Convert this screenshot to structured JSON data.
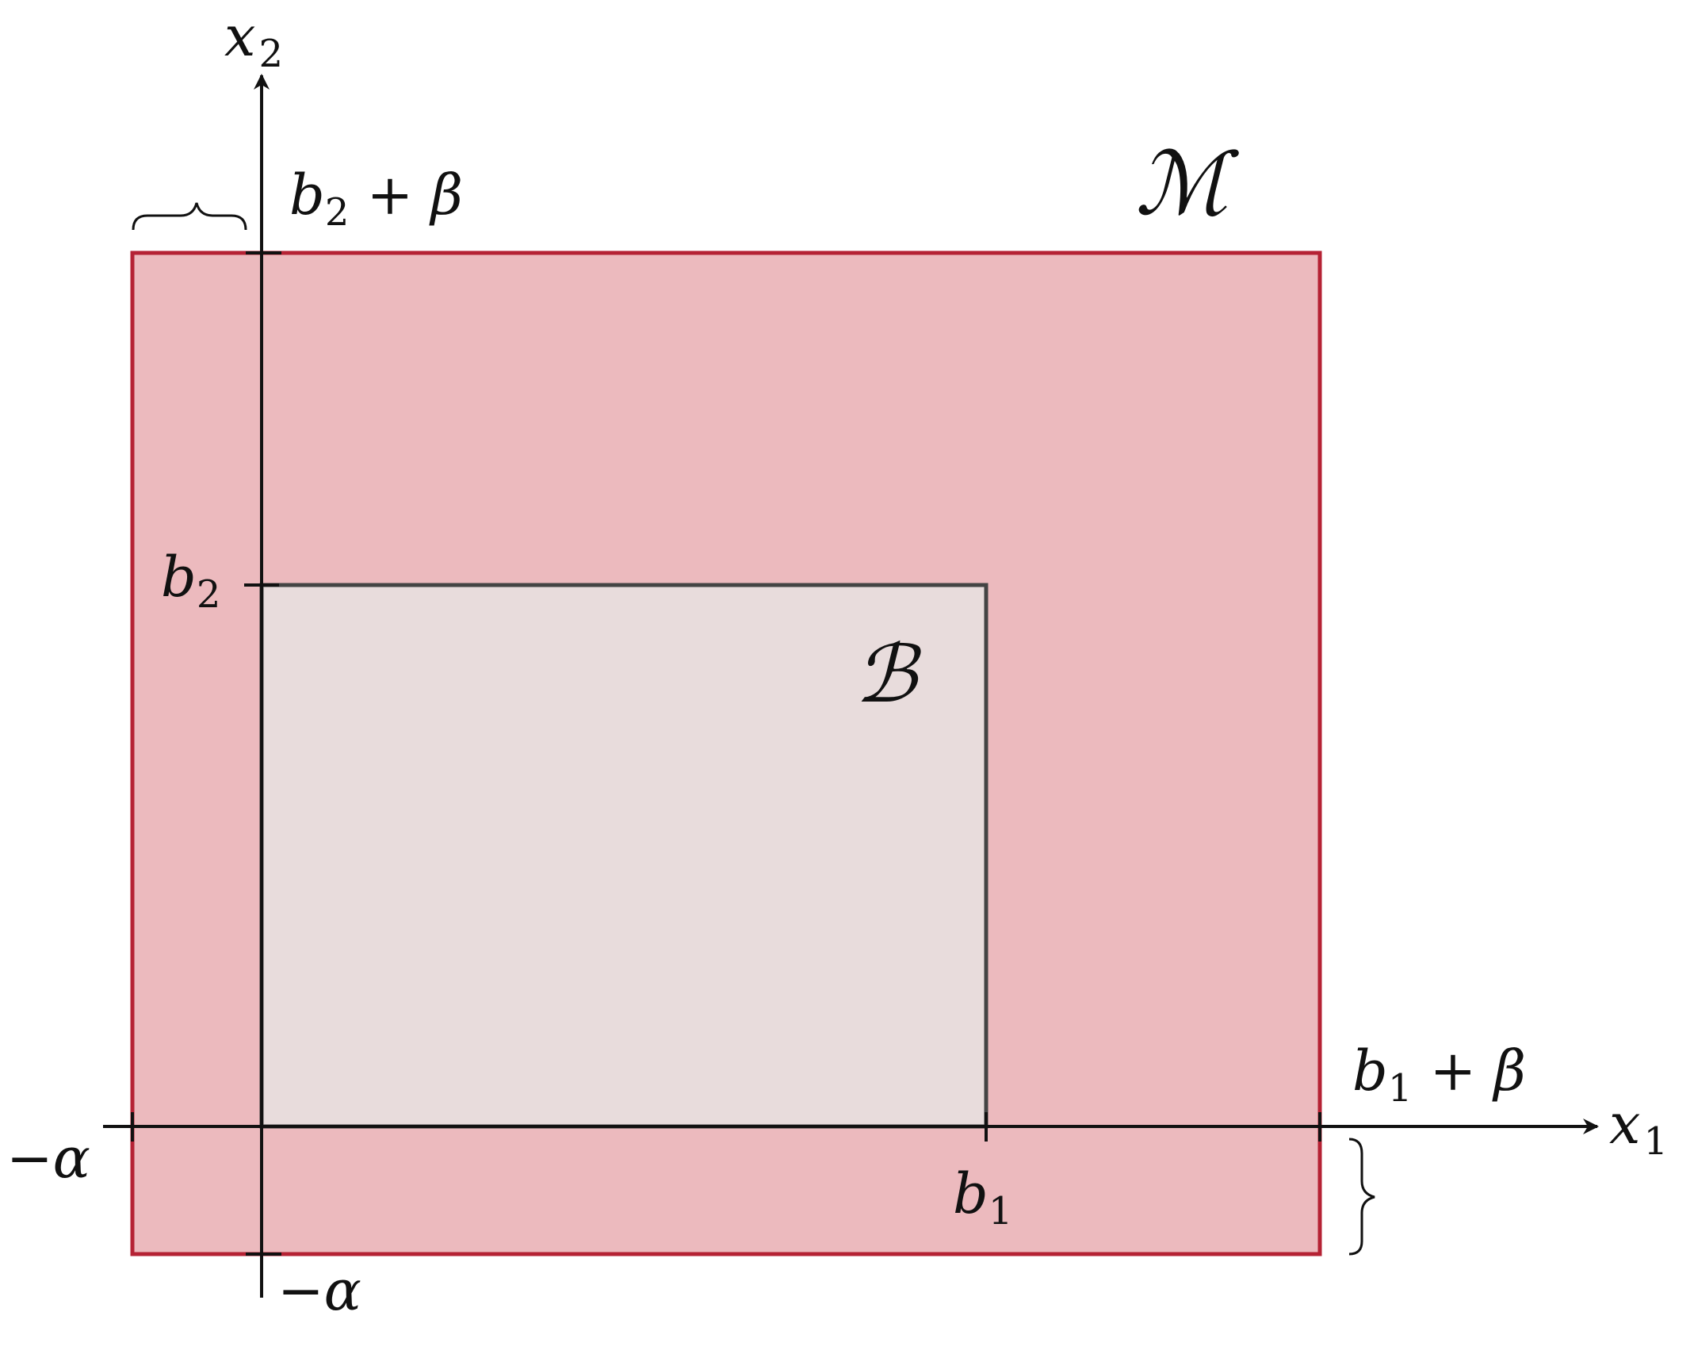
{
  "region_M": {
    "label": "ℳ",
    "fill": "#ecbabe",
    "stroke": "#b52234"
  },
  "region_B": {
    "label": "ℬ",
    "fill": "#e8dcdc",
    "stroke": "#444444"
  },
  "axes": {
    "x_label": "x",
    "x_sub": "1",
    "y_label": "x",
    "y_sub": "2",
    "color": "#111111"
  },
  "tick_labels": {
    "b1": {
      "main": "b",
      "sub": "1"
    },
    "b2": {
      "main": "b",
      "sub": "2"
    },
    "b1_plus_beta": {
      "main": "b",
      "sub": "1",
      "rest": " + β"
    },
    "b2_plus_beta": {
      "main": "b",
      "sub": "2",
      "rest": " + β"
    },
    "neg_alpha_x": "−α",
    "neg_alpha_y": "−α"
  },
  "braces": {
    "top": "alpha-width brace",
    "right": "alpha-height brace"
  }
}
